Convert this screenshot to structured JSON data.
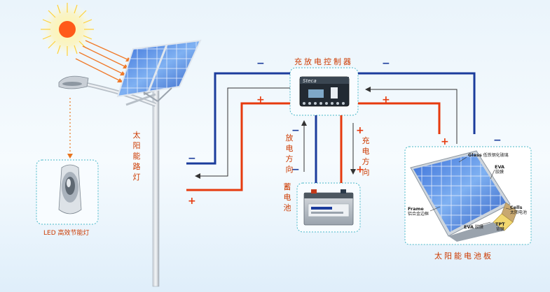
{
  "labels": {
    "controller": "充放电控制器",
    "battery": "蓄电池",
    "panel": "太阳能电池板",
    "street_light": "太阳能路灯",
    "led_lamp": "LED 高效节能灯",
    "discharge_direction": "放电方向",
    "charge_direction": "充电方向"
  },
  "signs": {
    "minus": "−",
    "plus": "+"
  },
  "panel_parts": {
    "glass_en": "Glass",
    "glass_zh": "低铁钢化玻璃",
    "eva_top_en": "EVA",
    "eva_top_zh": "胶膜",
    "frame_en": "Frame",
    "frame_zh": "铝合金边框",
    "cells_en": "Cells",
    "cells_zh": "太阳电池",
    "eva_bottom_en": "EVA",
    "eva_bottom_zh": "胶膜",
    "tpt_en": "TPT",
    "tpt_zh": "背膜"
  },
  "controller_brand": "Steca",
  "colors": {
    "negative": "#1b3c9c",
    "positive": "#e63a0e",
    "signal": "#333333",
    "sun": "#ff5a1a"
  }
}
